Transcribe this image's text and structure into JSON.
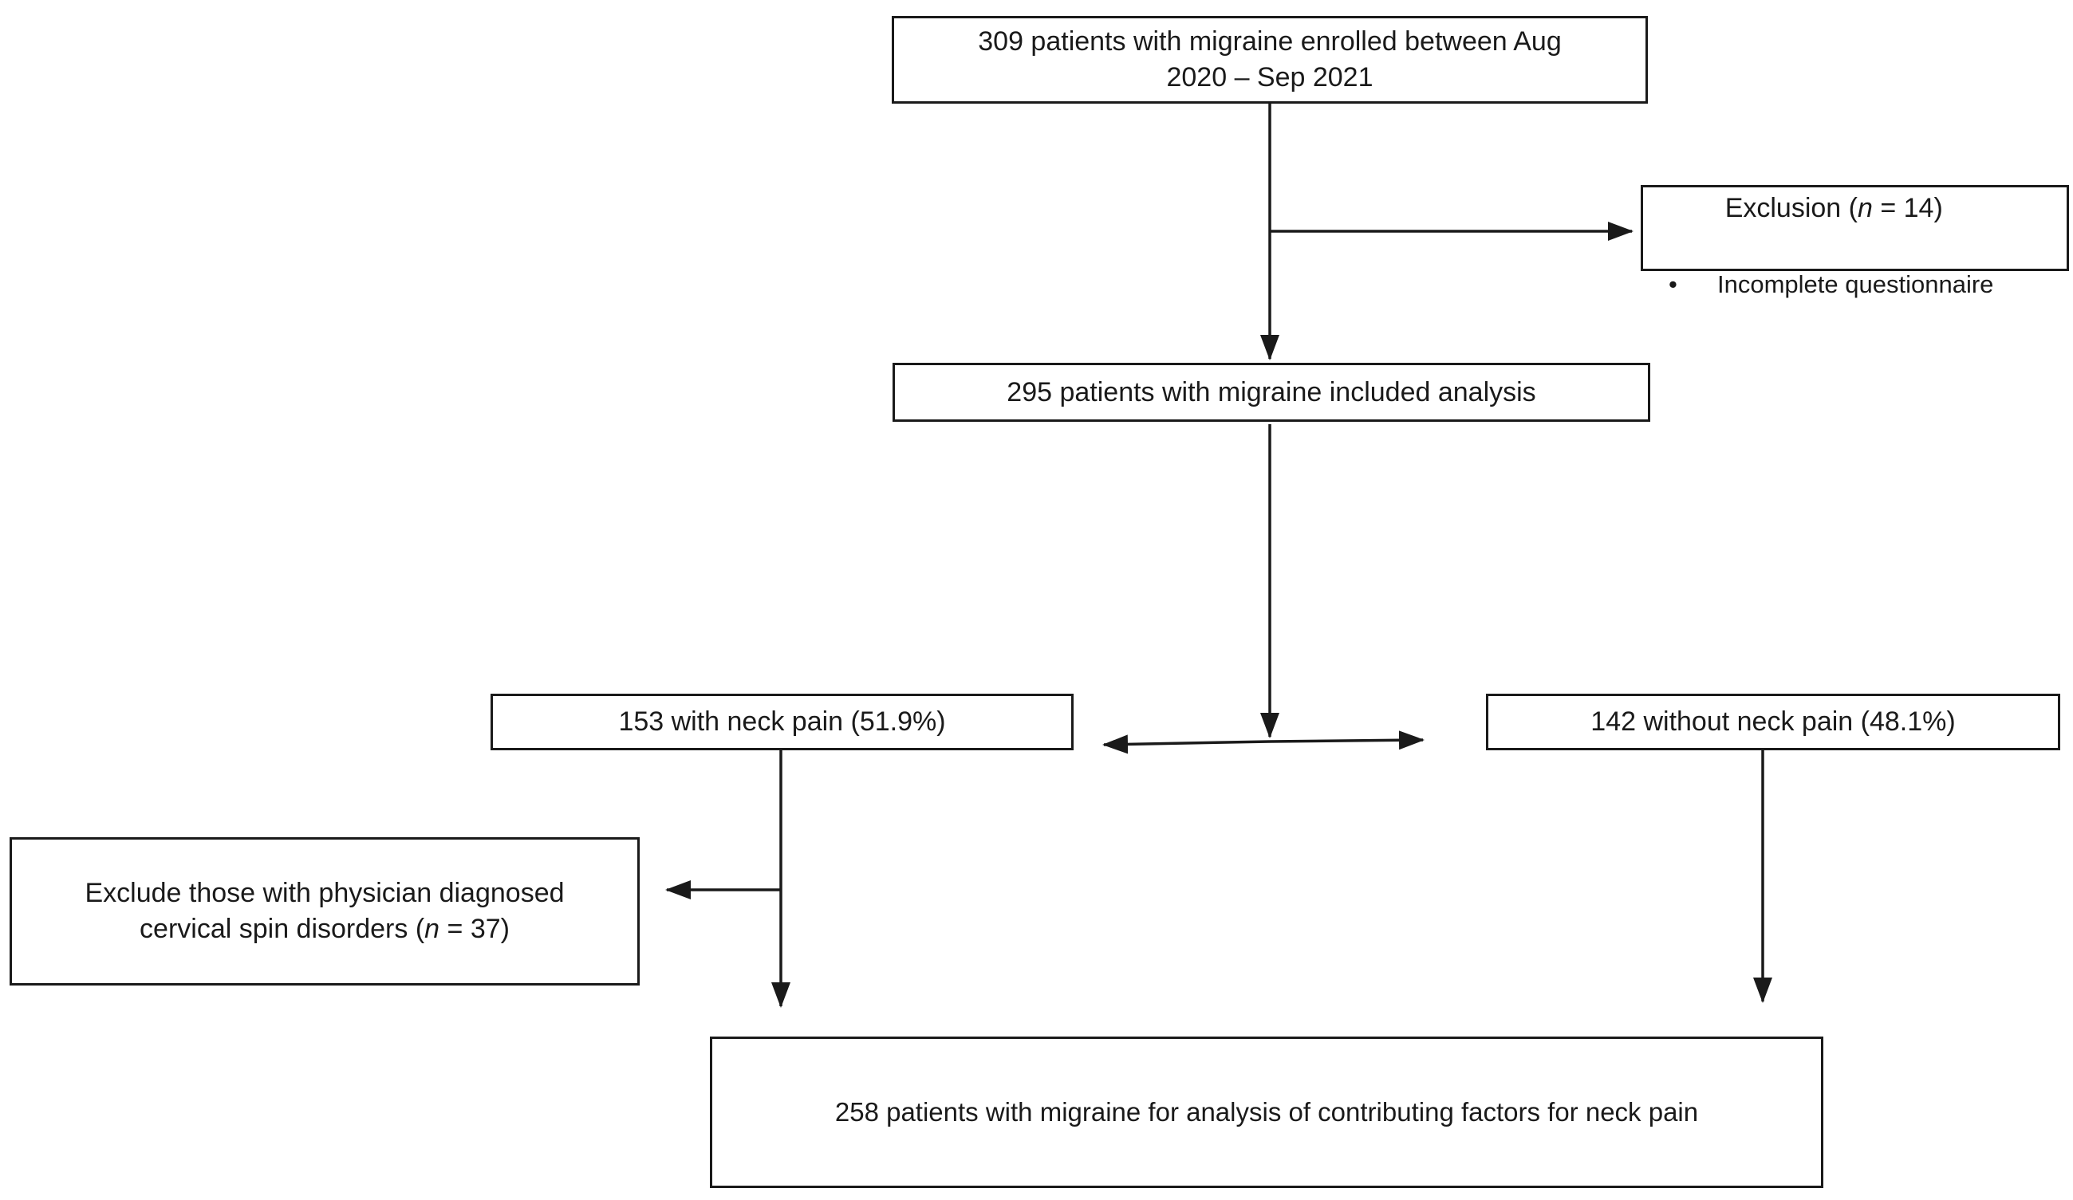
{
  "diagram": {
    "colors": {
      "background": "#ffffff",
      "border": "#1a1a1a",
      "text": "#1a1a1a",
      "arrow": "#1a1a1a"
    },
    "boxes": {
      "enrolled": {
        "lines": [
          "309 patients with migraine enrolled between Aug",
          "2020 – Sep 2021"
        ]
      },
      "exclusion": {
        "title_prefix": "Exclusion (",
        "title_n": "n",
        "title_suffix": " = 14)",
        "bullet": "•",
        "item": "Incomplete questionnaire"
      },
      "included": {
        "text": "295 patients with migraine included analysis"
      },
      "neck_pain": {
        "text": "153 with neck pain (51.9%)"
      },
      "no_neck_pain": {
        "text": "142 without neck pain (48.1%)"
      },
      "exclude_cervical": {
        "line1": "Exclude those with physician diagnosed",
        "line2_prefix": "cervical spin disorders (",
        "line2_n": "n",
        "line2_suffix": " = 37)"
      },
      "final": {
        "text": "258 patients with migraine for analysis of contributing factors for neck pain"
      }
    }
  }
}
